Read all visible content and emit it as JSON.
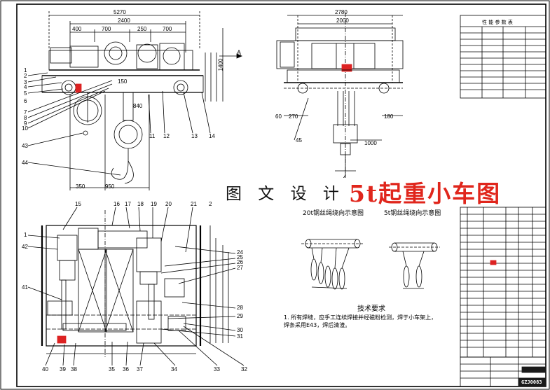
{
  "banner": {
    "gray_text": "图 文 设 计",
    "red_text": "5t起重小车图"
  },
  "captions": {
    "rope_20t": "20t钢丝绳绕向示意图",
    "rope_5t": "5t钢丝绳绕向示意图",
    "tech_title": "技术要求",
    "tech_line1": "1. 所有焊缝，应手工连续焊接并经磁粉检测，焊于小车架上，",
    "tech_line2": "   焊条采用E43，焊后清渣。"
  },
  "table": {
    "title": "性 能 参 数 表"
  },
  "drawing_no": "GZJ0083",
  "section_mark": "A",
  "dims": {
    "overall": "5270",
    "span": "2400",
    "d400": "400",
    "d700a": "700",
    "d250": "250",
    "d700b": "700",
    "top_right": "2780",
    "side_width": "2000",
    "h1400": "1400",
    "d1000": "1000",
    "d350": "350",
    "d950": "950",
    "d840": "840",
    "d150": "150",
    "d60": "60",
    "d270": "270",
    "d180": "180"
  },
  "callouts_left": [
    "1",
    "2",
    "3",
    "4",
    "5",
    "6",
    "7",
    "8",
    "9",
    "10",
    "43",
    "44"
  ],
  "callouts_mid": [
    "11",
    "12",
    "13",
    "14"
  ],
  "callouts_plan_top": [
    "15",
    "16",
    "17",
    "18",
    "19",
    "20",
    "21",
    "2"
  ],
  "callouts_plan_right": [
    "24",
    "25",
    "26",
    "27",
    "28",
    "29",
    "30",
    "31"
  ],
  "callouts_plan_bottom": [
    "40",
    "39",
    "38",
    "35",
    "36",
    "37",
    "34",
    "33",
    "32"
  ],
  "callouts_plan_left": [
    "1",
    "42",
    "41"
  ],
  "callout_45": "45"
}
